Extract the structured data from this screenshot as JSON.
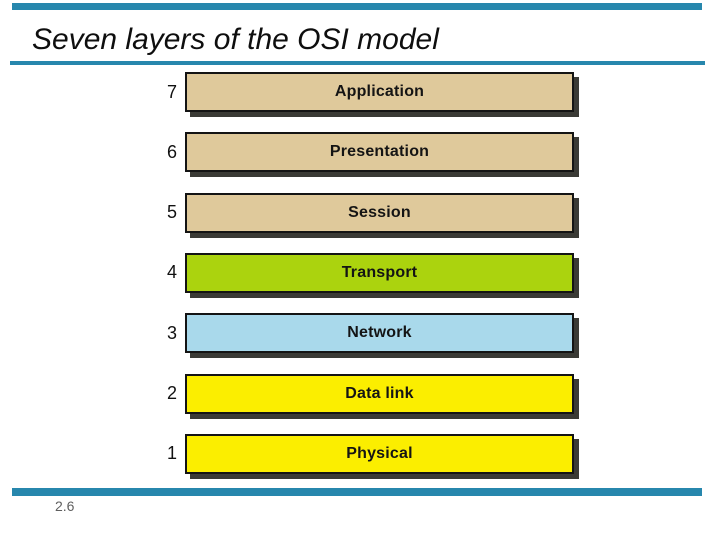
{
  "theme": {
    "accent_color": "#2787AD",
    "bar_shadow_color": "#3A3A35",
    "bar_border_color": "#141414"
  },
  "header": {
    "title": "Seven layers of the OSI model"
  },
  "footer": {
    "page_number": "2.6"
  },
  "diagram": {
    "layers": [
      {
        "number": "7",
        "label": "Application",
        "color": "#DFC99B"
      },
      {
        "number": "6",
        "label": "Presentation",
        "color": "#DFC99B"
      },
      {
        "number": "5",
        "label": "Session",
        "color": "#DFC99B"
      },
      {
        "number": "4",
        "label": "Transport",
        "color": "#ABD30E"
      },
      {
        "number": "3",
        "label": "Network",
        "color": "#A9D9EB"
      },
      {
        "number": "2",
        "label": "Data link",
        "color": "#FBEE00"
      },
      {
        "number": "1",
        "label": "Physical",
        "color": "#FBEE00"
      }
    ]
  }
}
